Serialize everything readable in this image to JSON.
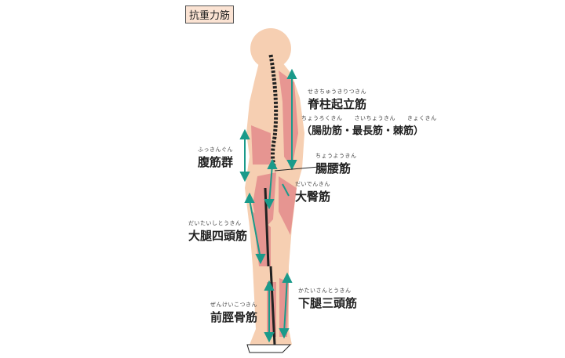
{
  "title": "抗重力筋",
  "labels": {
    "erector": {
      "ruby": "せきちゅうきりつきん",
      "name": "脊柱起立筋"
    },
    "erector_sub": {
      "ruby": "ちょうろくきん　　さいちょうきん　　きょくきん",
      "name": "（腸肋筋・最長筋・棘筋）"
    },
    "abdominal": {
      "ruby": "ふっきんぐん",
      "name": "腹筋群"
    },
    "iliopsoas": {
      "ruby": "ちょうようきん",
      "name": "腸腰筋"
    },
    "gluteus": {
      "ruby": "だいでんきん",
      "name": "大臀筋"
    },
    "quadriceps": {
      "ruby": "だいたいしとうきん",
      "name": "大腿四頭筋"
    },
    "triceps_surae": {
      "ruby": "かたいさんとうきん",
      "name": "下腿三頭筋"
    },
    "tibialis": {
      "ruby": "ぜんけいこつきん",
      "name": "前脛骨筋"
    }
  },
  "colors": {
    "skin": "#f6cfb2",
    "muscle": "#e48c8c",
    "arrow": "#1a9a8a",
    "bone": "#ffffff"
  }
}
